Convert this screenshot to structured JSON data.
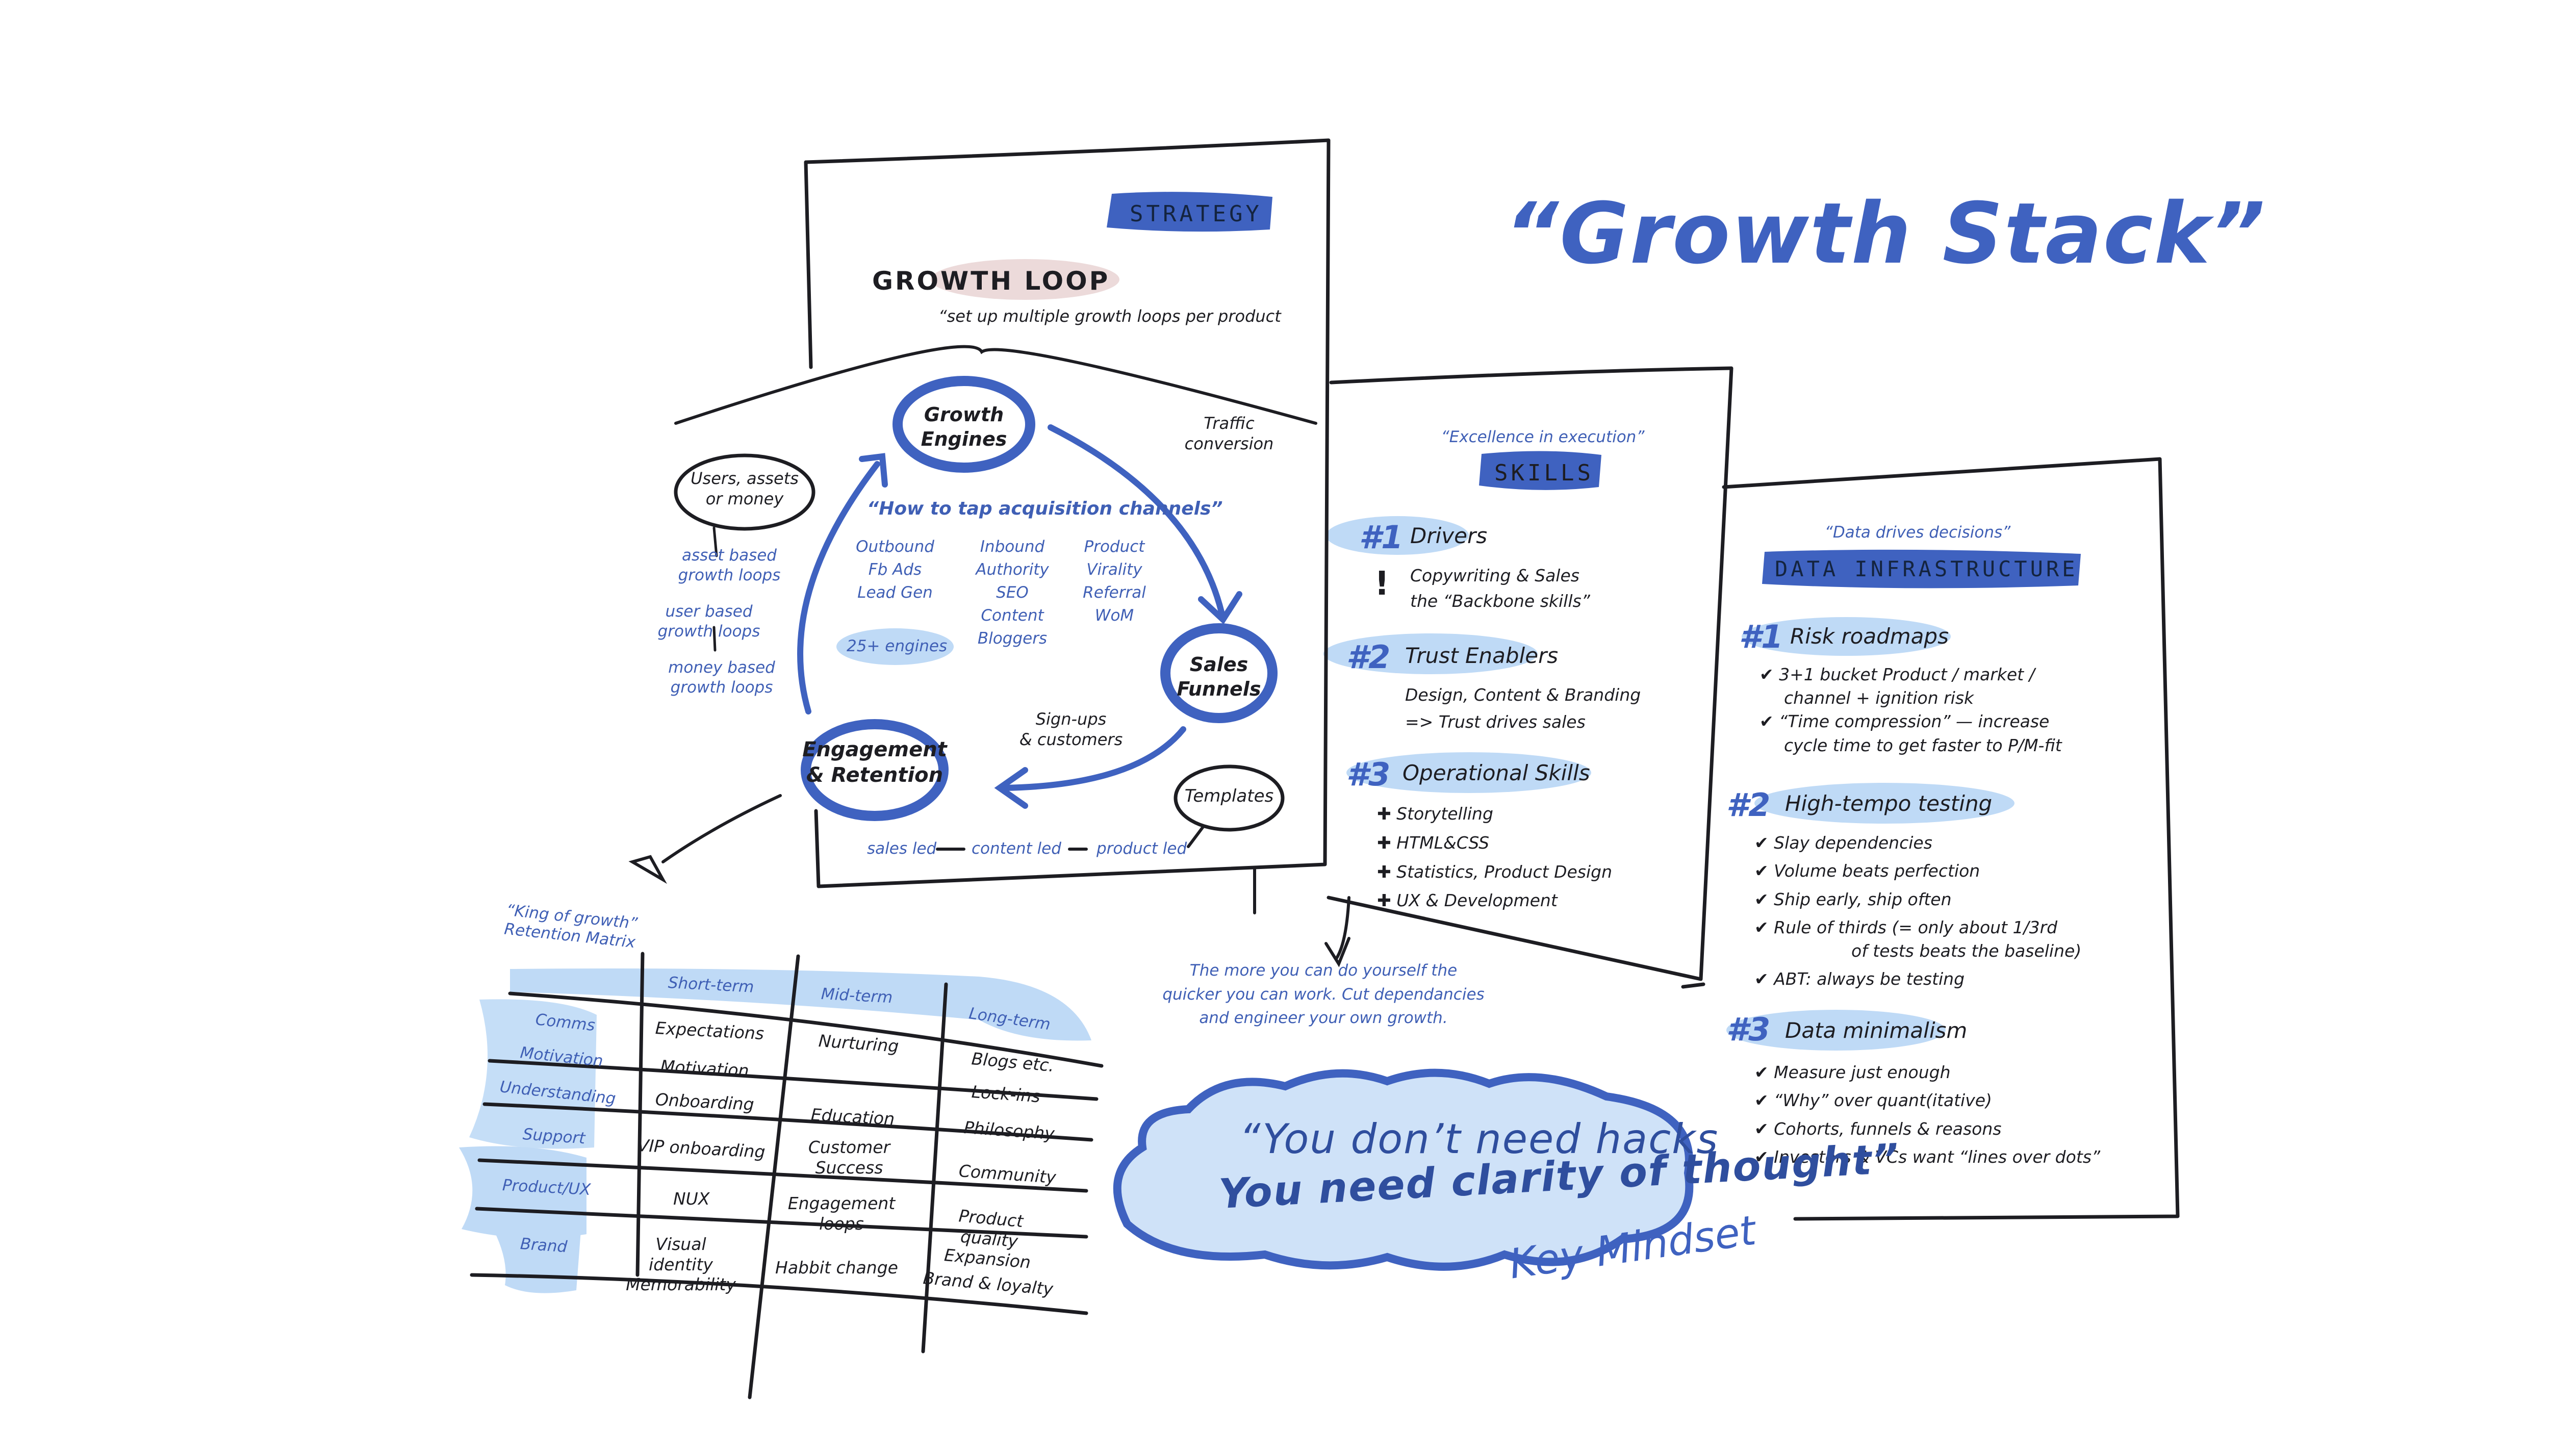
{
  "title": "“Growth Stack”",
  "strategy": {
    "tag": "STRATEGY",
    "loop_title": "GROWTH LOOP",
    "loop_note": "“set up multiple growth loops per product",
    "nodes": {
      "growth_engines": [
        "Growth",
        "Engines"
      ],
      "sales_funnels": [
        "Sales",
        "Funnels"
      ],
      "engagement": [
        "Engagement",
        "& Retention"
      ],
      "users": [
        "Users, assets",
        "or money"
      ],
      "templates": "Templates"
    },
    "traffic": [
      "Traffic",
      "conversion"
    ],
    "signups": [
      "Sign-ups",
      "& customers"
    ],
    "channels_title": "“How to tap acquisition channels”",
    "channels": [
      [
        "Outbound",
        "Fb Ads",
        "Lead Gen"
      ],
      [
        "Inbound",
        "Authority",
        "SEO",
        "Content",
        "Bloggers"
      ],
      [
        "Product",
        "Virality",
        "Referral",
        "WoM"
      ]
    ],
    "engines_badge": "25+ engines",
    "loop_types": [
      [
        "asset based",
        "growth loops"
      ],
      [
        "user based",
        "growth loops"
      ],
      [
        "money based",
        "growth loops"
      ]
    ],
    "leds": [
      "sales led",
      "content led",
      "product led"
    ]
  },
  "skills": {
    "quote": "“Excellence in execution”",
    "tag": "SKILLS",
    "items": [
      {
        "num": "#1",
        "title": "Drivers",
        "mark": "!",
        "lines": [
          "Copywriting & Sales",
          "the “Backbone skills”"
        ]
      },
      {
        "num": "#2",
        "title": "Trust Enablers",
        "lines": [
          "Design, Content & Branding",
          "=> Trust drives sales"
        ]
      },
      {
        "num": "#3",
        "title": "Operational Skills",
        "lines": [
          "Storytelling",
          "HTML&CSS",
          "Statistics, Product Design",
          "UX & Development"
        ]
      }
    ],
    "footer": [
      "The more you can do yourself the",
      "quicker you can work. Cut dependancies",
      "and engineer your own growth."
    ]
  },
  "data": {
    "quote": "“Data drives decisions”",
    "tag": "DATA INFRASTRUCTURE",
    "items": [
      {
        "num": "#1",
        "title": "Risk roadmaps",
        "lines": [
          "3+1 bucket Product / market /",
          "channel + ignition risk",
          "“Time compression” — increase",
          "cycle time to get faster to P/M-fit"
        ]
      },
      {
        "num": "#2",
        "title": "High-tempo testing",
        "lines": [
          "Slay dependencies",
          "Volume beats perfection",
          "Ship early, ship often",
          "Rule of thirds (= only about 1/3rd",
          "of tests beats the baseline)",
          "ABT: always be testing"
        ]
      },
      {
        "num": "#3",
        "title": "Data minimalism",
        "lines": [
          "Measure just enough",
          "“Why” over quant(itative)",
          "Cohorts, funnels & reasons",
          "Investors & VCs want “lines over dots”"
        ]
      }
    ]
  },
  "matrix": {
    "title": [
      "“King of growth”",
      "Retention Matrix"
    ],
    "columns": [
      "Short-term",
      "Mid-term",
      "Long-term"
    ],
    "rows": [
      {
        "label": "Comms",
        "cells": [
          "Expectations",
          "Nurturing",
          "Blogs etc."
        ]
      },
      {
        "label": "Motivation",
        "cells": [
          "Motivation",
          "",
          "Lock-ins"
        ]
      },
      {
        "label": "Understanding",
        "cells": [
          "Onboarding",
          "Education",
          "Philosophy"
        ]
      },
      {
        "label": "Support",
        "cells": [
          "VIP onboarding",
          "Customer Success",
          "Community"
        ]
      },
      {
        "label": "Product/UX",
        "cells": [
          "NUX",
          "Engagement loops",
          "Product quality Expansion"
        ]
      },
      {
        "label": "Brand",
        "cells": [
          "Visual identity Memorability",
          "Habbit change",
          "Brand & loyalty"
        ]
      }
    ]
  },
  "mindset": {
    "quote": [
      "“You don’t need hacks",
      "You need clarity of thought”"
    ],
    "label": "Key Mindset"
  },
  "colors": {
    "accent": "#3f62c0",
    "highlight": "#bfdaf6",
    "ink": "#1d1d22",
    "blush": "#ecdada"
  }
}
